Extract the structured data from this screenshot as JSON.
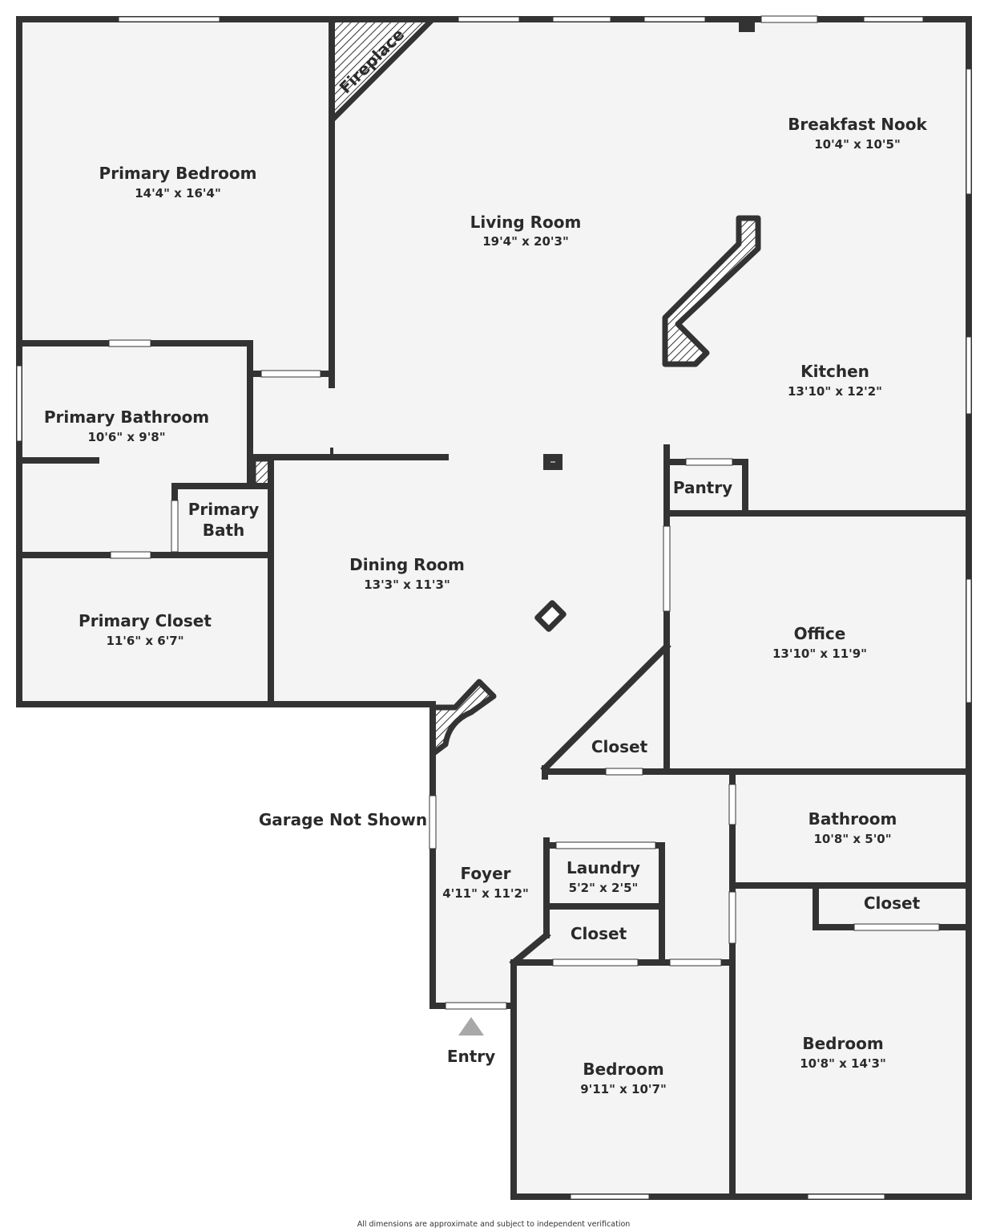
{
  "colors": {
    "wall": "#333333",
    "floor": "#f4f4f4",
    "hatch": "#333333",
    "window": "#ffffff",
    "entry_marker": "#a8a8a8",
    "text": "#2a2a2a"
  },
  "fireplace": {
    "label": "Fireplace"
  },
  "rooms": [
    {
      "key": "primary_bedroom",
      "name": "Primary Bedroom",
      "dims": "14'4\" x 16'4\""
    },
    {
      "key": "living_room",
      "name": "Living Room",
      "dims": "19'4\" x 20'3\""
    },
    {
      "key": "breakfast_nook",
      "name": "Breakfast Nook",
      "dims": "10'4\" x 10'5\""
    },
    {
      "key": "kitchen",
      "name": "Kitchen",
      "dims": "13'10\" x 12'2\""
    },
    {
      "key": "primary_bathroom",
      "name": "Primary Bathroom",
      "dims": "10'6\" x 9'8\""
    },
    {
      "key": "primary_bath",
      "name_lines": [
        "Primary",
        "Bath"
      ]
    },
    {
      "key": "pantry",
      "name": "Pantry"
    },
    {
      "key": "dining_room",
      "name": "Dining Room",
      "dims": "13'3\" x 11'3\""
    },
    {
      "key": "primary_closet",
      "name": "Primary Closet",
      "dims": "11'6\" x 6'7\""
    },
    {
      "key": "office",
      "name": "Office",
      "dims": "13'10\" x 11'9\""
    },
    {
      "key": "hall_closet",
      "name": "Closet"
    },
    {
      "key": "bathroom",
      "name": "Bathroom",
      "dims": "10'8\" x 5'0\""
    },
    {
      "key": "foyer",
      "name": "Foyer",
      "dims": "4'11\" x 11'2\""
    },
    {
      "key": "laundry",
      "name": "Laundry",
      "dims": "5'2\" x 2'5\""
    },
    {
      "key": "bedroom_closet",
      "name": "Closet"
    },
    {
      "key": "linen_closet",
      "name": "Closet"
    },
    {
      "key": "bedroom_2",
      "name": "Bedroom",
      "dims": "9'11\" x 10'7\""
    },
    {
      "key": "bedroom_3",
      "name": "Bedroom",
      "dims": "10'8\" x 14'3\""
    }
  ],
  "labels": {
    "garage": "Garage Not Shown",
    "entry": "Entry"
  },
  "footer": "All dimensions are approximate and subject to independent verification"
}
